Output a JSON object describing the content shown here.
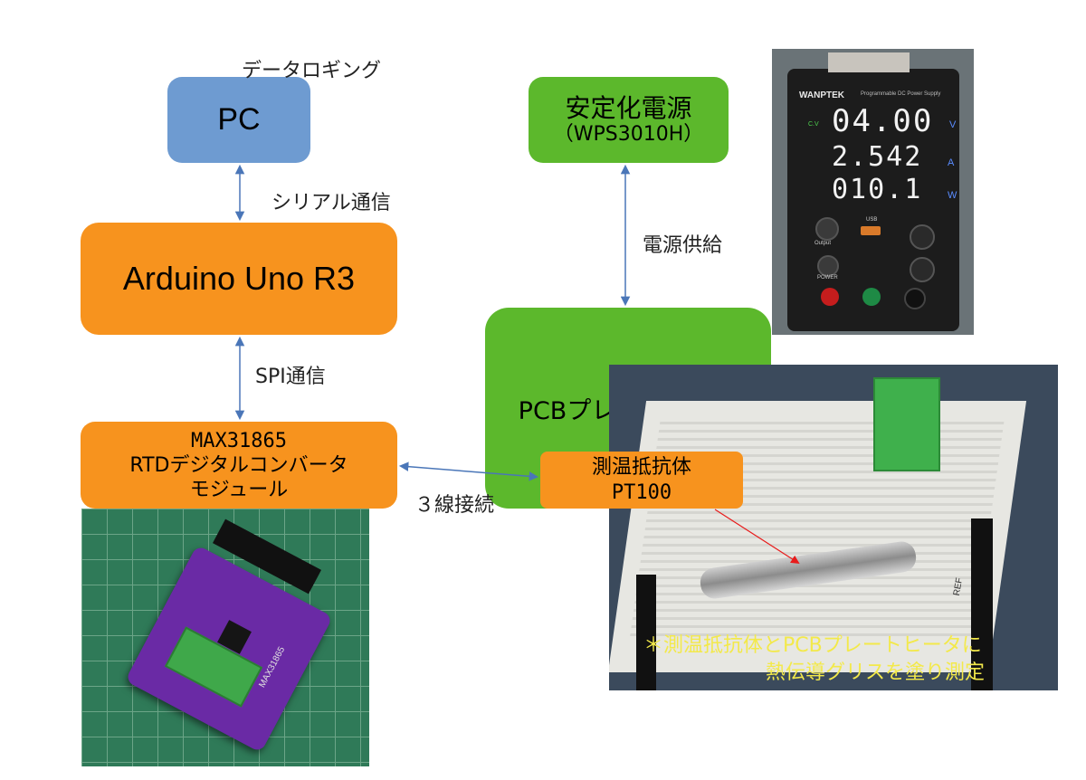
{
  "nodes": {
    "pc": {
      "label": "PC",
      "color": "#6e9bd1"
    },
    "power": {
      "line1": "安定化電源",
      "line2": "（WPS3010H）",
      "color": "#5cb82c"
    },
    "arduino": {
      "label": "Arduino Uno R3",
      "color": "#f7931e"
    },
    "heater": {
      "label": "PCBプレートヒータ",
      "color": "#5cb82c"
    },
    "max": {
      "line1": "MAX31865",
      "line2": "RTDデジタルコンバータ",
      "line3": "モジュール",
      "color": "#f7931e"
    },
    "rtd": {
      "line1": "測温抵抗体",
      "line2": "PT100",
      "color": "#f7931e"
    }
  },
  "edges": {
    "pc_arduino": "シリアル通信",
    "arduino_max": "SPI通信",
    "max_rtd": "３線接続",
    "power_heater": "電源供給"
  },
  "annotations": {
    "pc_top": "データロギング",
    "note_line1": "＊測温抵抗体とPCBプレートヒータに",
    "note_line2": "熱伝導グリスを塗り測定"
  },
  "psu_display": {
    "brand": "WANPTEK",
    "model": "Programmable DC Power Supply",
    "voltage": "04.00",
    "voltage_unit": "V",
    "current": "2.542",
    "current_unit": "A",
    "power": "010.1",
    "power_unit": "W",
    "cv": "C.V",
    "output": "Output",
    "usb": "USB",
    "power_btn": "POWER"
  },
  "board_text": {
    "chip": "MAX31865",
    "ref": "REF"
  }
}
